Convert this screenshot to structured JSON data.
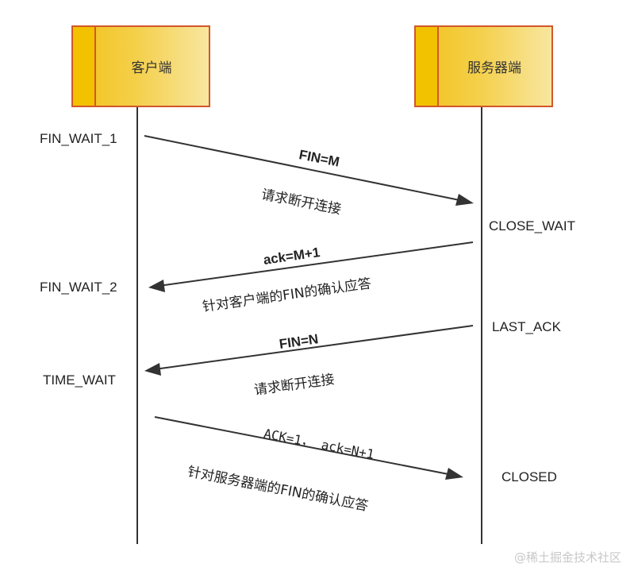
{
  "participants": {
    "client": "客户端",
    "server": "服务器端"
  },
  "client_states": [
    "FIN_WAIT_1",
    "FIN_WAIT_2",
    "TIME_WAIT"
  ],
  "server_states": [
    "CLOSE_WAIT",
    "LAST_ACK",
    "CLOSED"
  ],
  "messages": [
    {
      "top": "FIN=M",
      "bottom": "请求断开连接",
      "direction": "client-to-server"
    },
    {
      "top": "ack=M+1",
      "bottom": "针对客户端的FIN的确认应答",
      "direction": "server-to-client"
    },
    {
      "top": "FIN=N",
      "bottom": "请求断开连接",
      "direction": "server-to-client"
    },
    {
      "top": "ACK=1， ack=N+1",
      "bottom": "针对服务器端的FIN的确认应答",
      "direction": "client-to-server"
    }
  ],
  "watermark": "@稀土掘金技术社区",
  "colors": {
    "box_fill": "#f2c21b",
    "box_border": "#d2572a",
    "line": "#333333"
  }
}
